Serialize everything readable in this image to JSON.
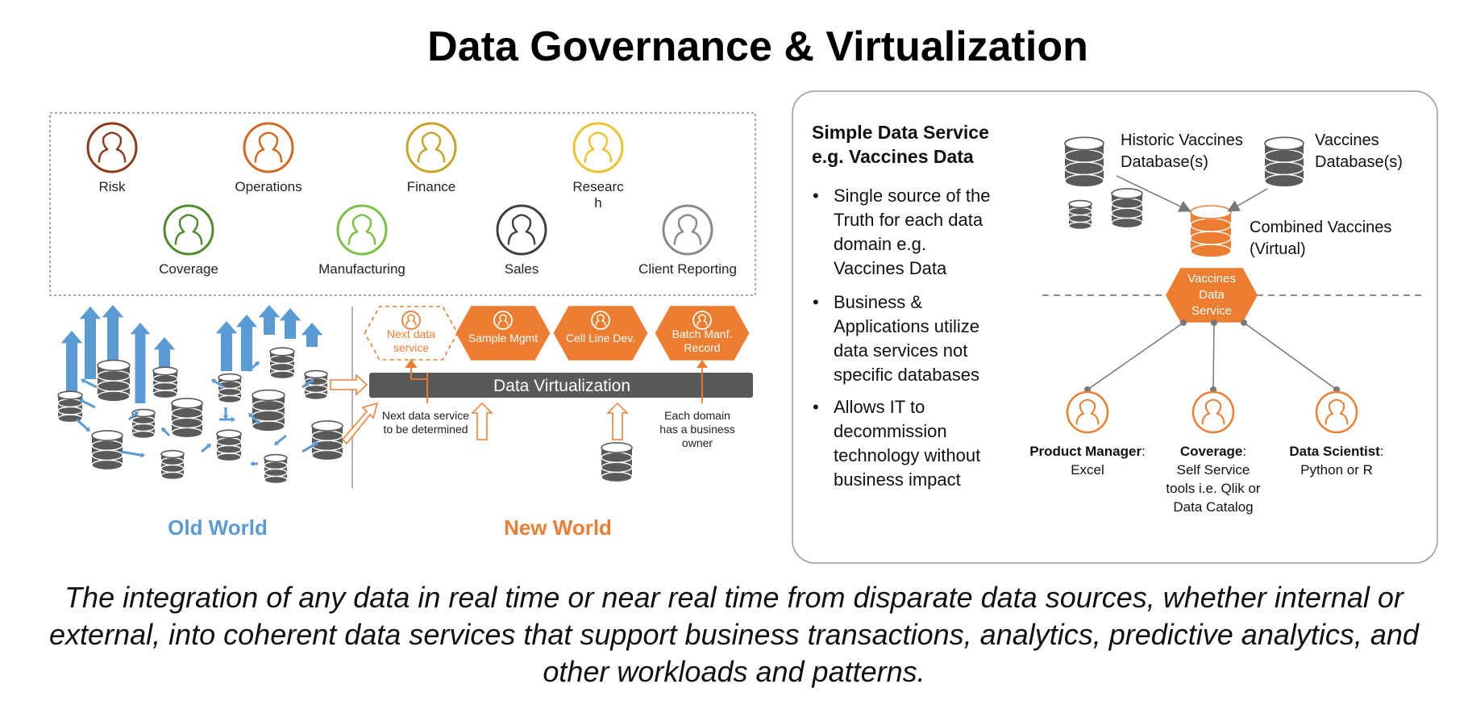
{
  "title": "Data Governance & Virtualization",
  "roles": [
    {
      "label": "Risk",
      "color": "#8B3A1A"
    },
    {
      "label": "Operations",
      "color": "#D2691E"
    },
    {
      "label": "Finance",
      "color": "#C9A227"
    },
    {
      "label": "Researc\nh",
      "color": "#F2C12E"
    },
    {
      "label": "Coverage",
      "color": "#4E8A2E"
    },
    {
      "label": "Manufacturing",
      "color": "#7BC043"
    },
    {
      "label": "Sales",
      "color": "#404040"
    },
    {
      "label": "Client Reporting",
      "color": "#8A8A8A"
    }
  ],
  "old_world": {
    "label": "Old World",
    "color": "#5B9BD5"
  },
  "new_world": {
    "label": "New World",
    "color": "#ED7D31",
    "hexes": [
      {
        "label": "Next data\nservice",
        "style": "dashed"
      },
      {
        "label": "Sample Mgmt",
        "style": "solid"
      },
      {
        "label": "Cell Line Dev.",
        "style": "solid"
      },
      {
        "label": "Batch Manf.\nRecord",
        "style": "solid"
      }
    ],
    "bar_label": "Data Virtualization",
    "note_left": "Next data service\nto be determined",
    "note_right": "Each domain\nhas a business\nowner"
  },
  "right_panel": {
    "heading_line1": "Simple Data Service",
    "heading_line2": "e.g. Vaccines Data",
    "bullets": [
      "Single source of the\nTruth for each data\ndomain e.g.\nVaccines Data",
      "Business &\nApplications utilize\ndata services not\nspecific databases",
      "Allows IT to\ndecommission\ntechnology without\nbusiness impact"
    ],
    "historic_db_label": "Historic Vaccines\nDatabase(s)",
    "vaccines_db_label": "Vaccines\nDatabase(s)",
    "combined_label": "Combined Vaccines\n(Virtual)",
    "service_hex_label": "Vaccines\nData\nService",
    "consumers": [
      {
        "role": "Product Manager",
        "detail": "Excel"
      },
      {
        "role": "Coverage",
        "detail": "Self Service\ntools i.e. Qlik or\nData Catalog"
      },
      {
        "role": "Data Scientist",
        "detail": "Python or R"
      }
    ]
  },
  "footer": "The integration of any data in real time or near real time from disparate data sources, whether internal or external, into coherent data services that support business transactions, analytics, predictive analytics, and other workloads and patterns.",
  "colors": {
    "orange": "#ED7D31",
    "blue": "#5B9BD5",
    "dark_bar": "#595959",
    "db_gray": "#5A5A5A"
  }
}
